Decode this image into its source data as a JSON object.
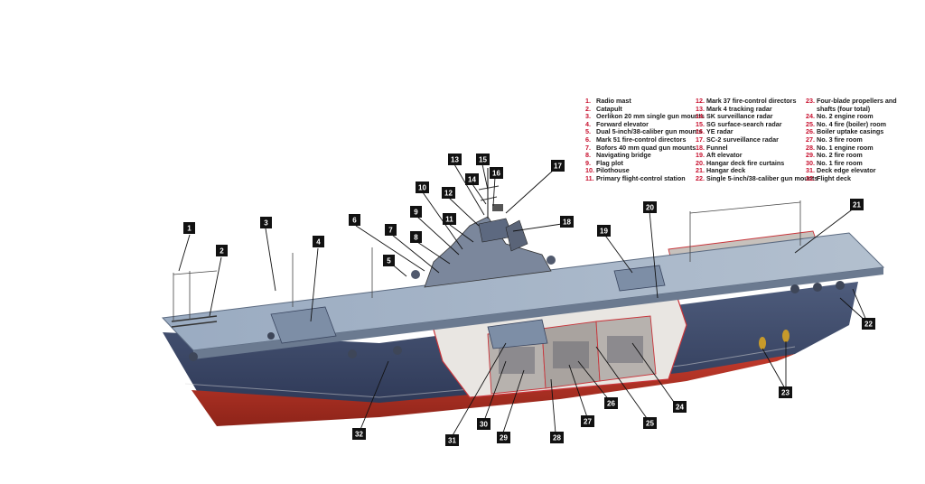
{
  "legend": [
    {
      "num": "1.",
      "text": "Radio mast"
    },
    {
      "num": "2.",
      "text": "Catapult"
    },
    {
      "num": "3.",
      "text": "Oerlikon 20 mm single gun mounts"
    },
    {
      "num": "4.",
      "text": "Forward elevator"
    },
    {
      "num": "5.",
      "text": "Dual 5-inch/38-caliber gun mounts"
    },
    {
      "num": "6.",
      "text": "Mark 51 fire-control directors"
    },
    {
      "num": "7.",
      "text": "Bofors 40 mm quad gun mounts"
    },
    {
      "num": "8.",
      "text": "Navigating bridge"
    },
    {
      "num": "9.",
      "text": "Flag plot"
    },
    {
      "num": "10.",
      "text": "Pilothouse"
    },
    {
      "num": "11.",
      "text": "Primary flight-control station"
    },
    {
      "num": "12.",
      "text": "Mark 37 fire-control directors"
    },
    {
      "num": "13.",
      "text": "Mark 4 tracking radar"
    },
    {
      "num": "14.",
      "text": "SK surveillance radar"
    },
    {
      "num": "15.",
      "text": "SG surface-search radar"
    },
    {
      "num": "16.",
      "text": "YE radar"
    },
    {
      "num": "17.",
      "text": "SC-2 surveillance radar"
    },
    {
      "num": "18.",
      "text": "Funnel"
    },
    {
      "num": "19.",
      "text": "Aft elevator"
    },
    {
      "num": "20.",
      "text": "Hangar deck fire curtains"
    },
    {
      "num": "21.",
      "text": "Hangar deck"
    },
    {
      "num": "22.",
      "text": "Single 5-inch/38-caliber gun mounts"
    },
    {
      "num": "23.",
      "text": "Four-blade propellers and shafts (four total)"
    },
    {
      "num": "24.",
      "text": "No. 2 engine room"
    },
    {
      "num": "25.",
      "text": "No. 4 fire (boiler) room"
    },
    {
      "num": "26.",
      "text": "Boiler uptake casings"
    },
    {
      "num": "27.",
      "text": "No. 3 fire room"
    },
    {
      "num": "28.",
      "text": "No. 1 engine room"
    },
    {
      "num": "29.",
      "text": "No. 2 fire room"
    },
    {
      "num": "30.",
      "text": "No. 1 fire room"
    },
    {
      "num": "31.",
      "text": "Deck edge elevator"
    },
    {
      "num": "32.",
      "text": "Flight deck"
    }
  ],
  "callouts": [
    "1",
    "2",
    "3",
    "4",
    "5",
    "6",
    "7",
    "8",
    "9",
    "10",
    "11",
    "12",
    "13",
    "14",
    "15",
    "16",
    "17",
    "18",
    "19",
    "20",
    "21",
    "22",
    "23",
    "24",
    "25",
    "26",
    "27",
    "28",
    "29",
    "30",
    "31",
    "32"
  ],
  "colors": {
    "hull": "#3d4a66",
    "hull_dark": "#2b3550",
    "boot_red": "#b83224",
    "deck": "#8fa0b5",
    "cutaway_red": "#c8343a",
    "callout_bg": "#111111",
    "legend_num": "#c8102e"
  }
}
